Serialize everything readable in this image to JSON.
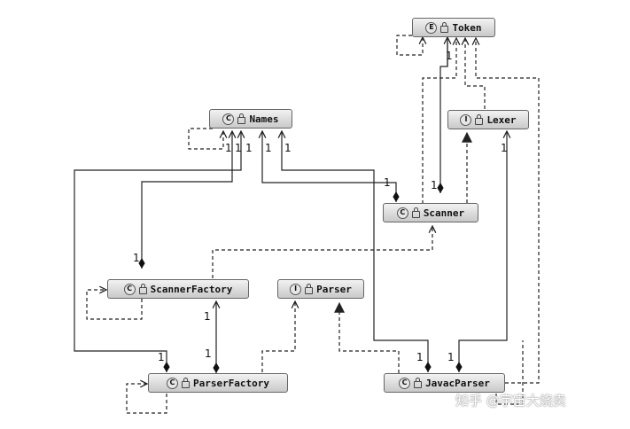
{
  "nodes": {
    "token": {
      "badge": "E",
      "label": "Token"
    },
    "names": {
      "badge": "C",
      "label": "Names"
    },
    "lexer": {
      "badge": "I",
      "label": "Lexer"
    },
    "scanner": {
      "badge": "C",
      "label": "Scanner"
    },
    "scanner_factory": {
      "badge": "C",
      "label": "ScannerFactory"
    },
    "parser": {
      "badge": "I",
      "label": "Parser"
    },
    "parser_factory": {
      "badge": "C",
      "label": "ParserFactory"
    },
    "javac_parser": {
      "badge": "C",
      "label": "JavacParser"
    }
  },
  "multiplicity": {
    "names_self": "1",
    "names_sf": "1",
    "names_pf": "1",
    "names_scanner": "1",
    "names_jp": "1",
    "sf_names": "1",
    "scanner_names": "1",
    "token_scanner": "1",
    "scanner_token": "1",
    "lexer_jp": "1",
    "sf_pf": "1",
    "pf_sf": "1",
    "pf_names": "1",
    "jp_names": "1",
    "jp_lexer": "1"
  },
  "watermark": "知乎 @宇宙大烧卖"
}
